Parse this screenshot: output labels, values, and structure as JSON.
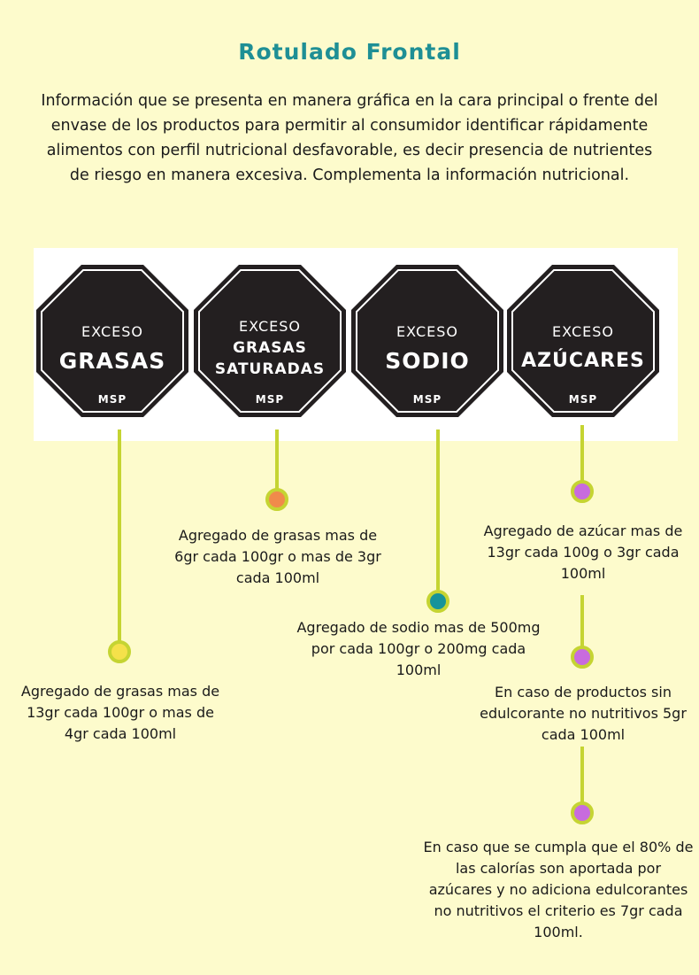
{
  "title": "Rotulado Frontal",
  "intro": "Información que se presenta en manera gráfica en la cara principal o frente del envase de los productos para permitir al consumidor identificar rápidamente alimentos con perfil nutricional desfavorable, es decir presencia de nutrientes de riesgo en manera excesiva. Complementa la información nutricional.",
  "seals": [
    {
      "top": "EXCESO",
      "line1": "GRASAS",
      "line2": "",
      "msp": "MSP"
    },
    {
      "top": "EXCESO",
      "line1": "GRASAS",
      "line2": "SATURADAS",
      "msp": "MSP"
    },
    {
      "top": "EXCESO",
      "line1": "SODIO",
      "line2": "",
      "msp": "MSP"
    },
    {
      "top": "EXCESO",
      "line1": "AZÚCARES",
      "line2": "",
      "msp": "MSP"
    }
  ],
  "notes": {
    "grasas": "Agregado de grasas mas de 13gr cada 100gr o mas de 4gr cada 100ml",
    "grasas_saturadas": "Agregado de grasas mas de 6gr cada 100gr o mas de 3gr cada 100ml",
    "sodio": "Agregado de sodio mas de 500mg por cada 100gr o 200mg cada 100ml",
    "azucares": "Agregado de azúcar mas de 13gr cada 100g o 3gr cada 100ml",
    "azucares_sin_edulcorante": "En caso de productos sin edulcorante no nutritivos 5gr cada 100ml",
    "azucares_80": "En caso que se cumpla que el 80% de las calorías son aportada por azúcares y no adiciona edulcorantes no nutritivos el criterio es 7gr cada 100ml."
  },
  "colors": {
    "background": "#fdfbcc",
    "title": "#1e8f95",
    "connector": "#c5d432",
    "dot_grasas": "#f5e14a",
    "dot_grasas_saturadas": "#f08a4b",
    "dot_sodio": "#16939a",
    "dot_azucares": "#c86bde",
    "seal": "#231f20"
  }
}
